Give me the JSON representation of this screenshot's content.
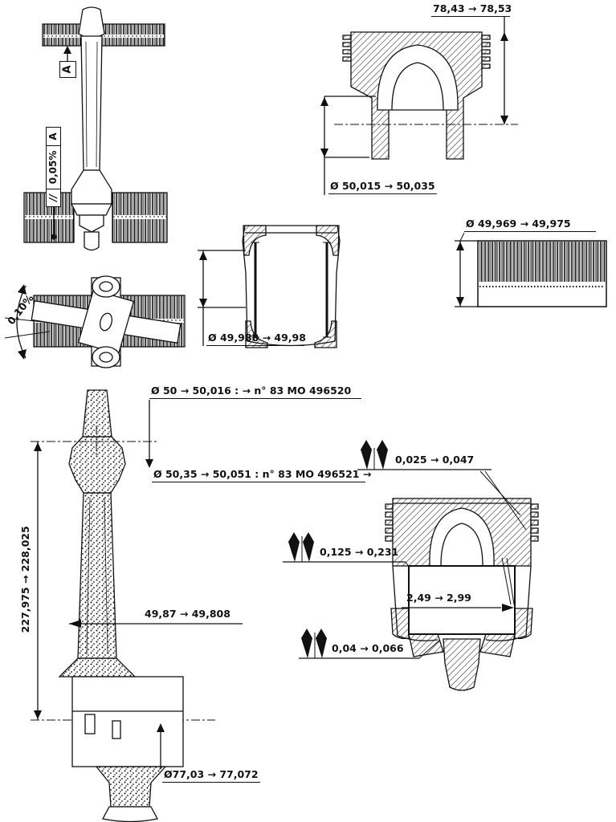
{
  "colors": {
    "ink": "#111111",
    "paper": "#ffffff"
  },
  "labels": {
    "datum": "A",
    "fcf_symbol": "//",
    "fcf_value": "0,05%",
    "fcf_datum": "A",
    "twist": "0,10%",
    "piston_height": "78,43 → 78,53",
    "small_end_bore": "Ø 50,015 → 50,035",
    "skirt_dia": "Ø 49,988 → 49,98",
    "pin_dia": "Ø 49,969 → 49,975",
    "bore_std": "Ø 50 → 50,016 : → n° 83 MO 496520",
    "bore_oversize": "Ø 50,35 → 50,051 : n° 83 MO 496521 →",
    "rod_length": "227,975 → 228,025",
    "rod_dim": "49,87 → 49,808",
    "big_end_dia": "Ø77,03 → 77,072",
    "clearance_top": "0,025 → 0,047",
    "clearance_second": "0,125 → 0,231",
    "groove_depth": "2,49 → 2,99",
    "clearance_oil": "0,04 → 0,066"
  }
}
